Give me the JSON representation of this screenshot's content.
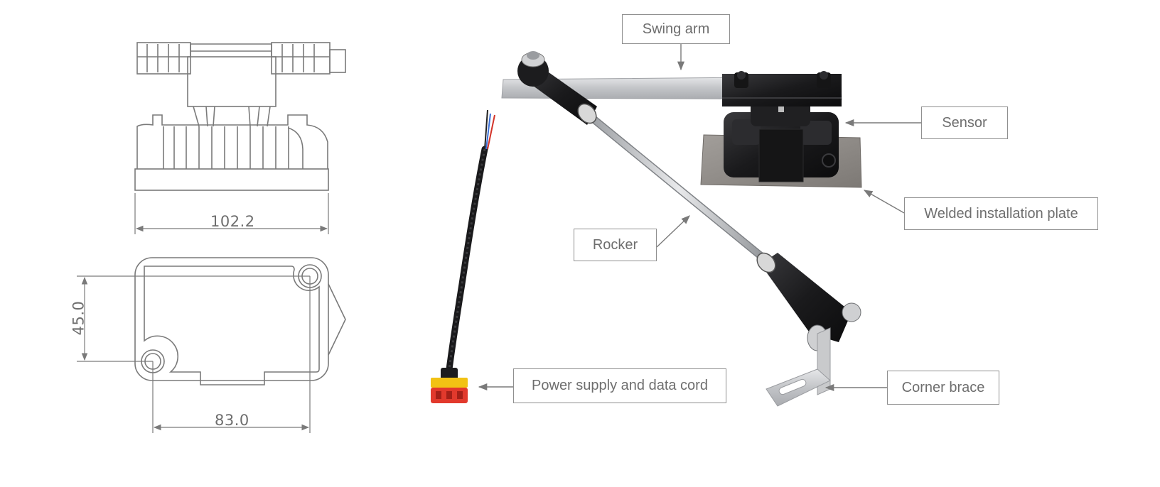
{
  "drawing": {
    "dimension_width": "102.2",
    "dimension_height": "45.0",
    "dimension_hole_spacing": "83.0"
  },
  "callouts": {
    "swing_arm": "Swing arm",
    "sensor": "Sensor",
    "welded_plate": "Welded installation plate",
    "rocker": "Rocker",
    "power_cord": "Power supply and data cord",
    "corner_brace": "Corner brace"
  },
  "colors": {
    "line": "#7a7a7a",
    "callout_border": "#8f8f8f",
    "text": "#6e6e6e",
    "sensor_body": "#1c1c1e",
    "arm_metal": "#c9cacc",
    "plate_metal": "#8e8a86",
    "connector_yellow": "#f2c214",
    "connector_red": "#e2392c"
  }
}
